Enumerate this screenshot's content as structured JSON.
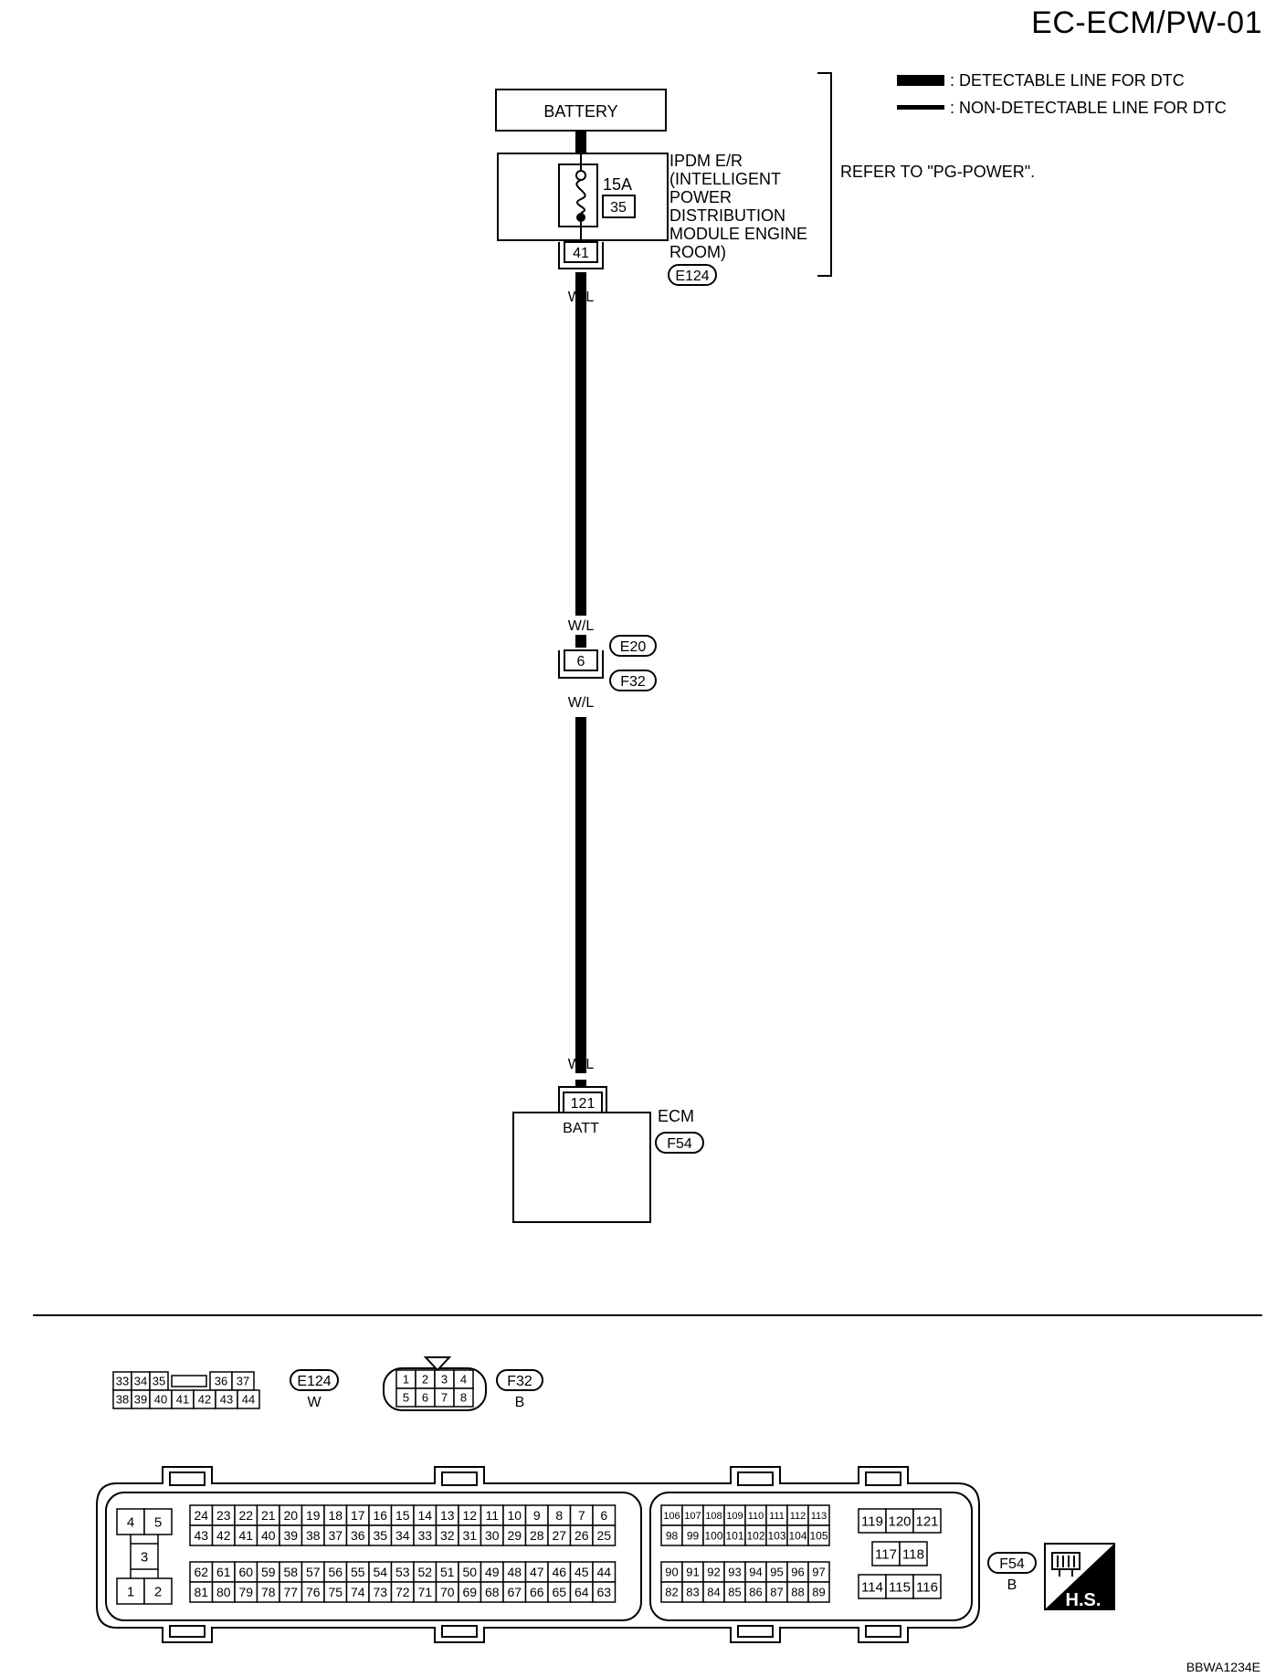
{
  "header": {
    "title": "EC-ECM/PW-01"
  },
  "legend": {
    "detectable": ": DETECTABLE LINE FOR DTC",
    "non_detectable": ": NON-DETECTABLE LINE FOR DTC"
  },
  "refer_note": "REFER TO \"PG-POWER\".",
  "battery": {
    "label": "BATTERY"
  },
  "ipdm": {
    "label_lines": [
      "IPDM E/R",
      "(INTELLIGENT",
      "POWER",
      "DISTRIBUTION",
      "MODULE ENGINE",
      "ROOM)"
    ],
    "fuse_rating": "15A",
    "fuse_number": "35",
    "terminal": "41",
    "connector_id": "E124"
  },
  "wire_color": "W/L",
  "joint": {
    "terminal": "6",
    "connector_top": "E20",
    "connector_bottom": "F32"
  },
  "ecm": {
    "label": "ECM",
    "terminal": "121",
    "pin_label": "BATT",
    "connector_id": "F54"
  },
  "connectors": {
    "e124": {
      "id": "E124",
      "color": "W",
      "row1": [
        "33",
        "34",
        "35",
        "",
        "36",
        "37"
      ],
      "row2": [
        "38",
        "39",
        "40",
        "41",
        "42",
        "43",
        "44"
      ]
    },
    "f32": {
      "id": "F32",
      "color": "B",
      "row1": [
        "1",
        "2",
        "3",
        "4"
      ],
      "row2": [
        "5",
        "6",
        "7",
        "8"
      ]
    },
    "f54": {
      "id": "F54",
      "color": "B",
      "small": [
        "4",
        "5",
        "3",
        "1",
        "2"
      ],
      "rowA": [
        "24",
        "23",
        "22",
        "21",
        "20",
        "19",
        "18",
        "17",
        "16",
        "15",
        "14",
        "13",
        "12",
        "11",
        "10",
        "9",
        "8",
        "7",
        "6"
      ],
      "rowB": [
        "43",
        "42",
        "41",
        "40",
        "39",
        "38",
        "37",
        "36",
        "35",
        "34",
        "33",
        "32",
        "31",
        "30",
        "29",
        "28",
        "27",
        "26",
        "25"
      ],
      "rowC": [
        "62",
        "61",
        "60",
        "59",
        "58",
        "57",
        "56",
        "55",
        "54",
        "53",
        "52",
        "51",
        "50",
        "49",
        "48",
        "47",
        "46",
        "45",
        "44"
      ],
      "rowD": [
        "81",
        "80",
        "79",
        "78",
        "77",
        "76",
        "75",
        "74",
        "73",
        "72",
        "71",
        "70",
        "69",
        "68",
        "67",
        "66",
        "65",
        "64",
        "63"
      ],
      "midA": [
        "106",
        "107",
        "108",
        "109",
        "110",
        "111",
        "112",
        "113"
      ],
      "midB": [
        "98",
        "99",
        "100",
        "101",
        "102",
        "103",
        "104",
        "105"
      ],
      "midC": [
        "90",
        "91",
        "92",
        "93",
        "94",
        "95",
        "96",
        "97"
      ],
      "midD": [
        "82",
        "83",
        "84",
        "85",
        "86",
        "87",
        "88",
        "89"
      ],
      "rightTop": [
        "119",
        "120",
        "121"
      ],
      "rightMid": [
        "117",
        "118"
      ],
      "rightBot": [
        "114",
        "115",
        "116"
      ]
    }
  },
  "hs_badge": "H.S.",
  "footer_code": "BBWA1234E"
}
